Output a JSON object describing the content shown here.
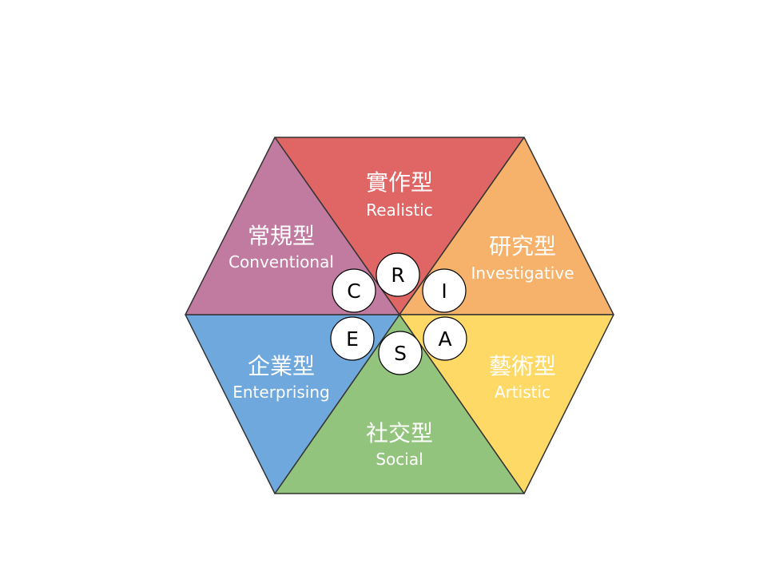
{
  "segments": [
    {
      "id": "R",
      "zh": "實作型",
      "en": "Realistic",
      "color": "#e06666"
    },
    {
      "id": "I",
      "zh": "研究型",
      "en": "Investigative",
      "color": "#f6b26b"
    },
    {
      "id": "A",
      "zh": "藝術型",
      "en": "Artistic",
      "color": "#ffd966"
    },
    {
      "id": "S",
      "zh": "社交型",
      "en": "Social",
      "color": "#93c47d"
    },
    {
      "id": "E",
      "zh": "企業型",
      "en": "Enterprising",
      "color": "#6fa8dc"
    },
    {
      "id": "C",
      "zh": "常規型",
      "en": "Conventional",
      "color": "#c27ba0"
    }
  ],
  "letters": {
    "R": "R",
    "I": "I",
    "A": "A",
    "S": "S",
    "E": "E",
    "C": "C"
  }
}
